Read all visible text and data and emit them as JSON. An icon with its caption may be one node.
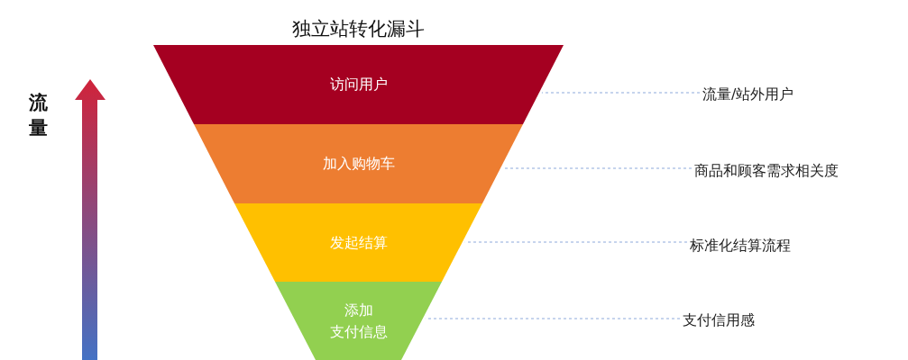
{
  "diagram": {
    "title": "独立站转化漏斗",
    "nodes": [
      {
        "text": [
          "访问用户"
        ]
      },
      {
        "text": [
          "加入购物车"
        ]
      },
      {
        "text": [
          "发起结算"
        ]
      },
      {
        "text": [
          "添加支付信息"
        ]
      },
      {
        "text": [
          "流量/站外用户"
        ]
      },
      {
        "text": [
          "商品和顾客需求相关度"
        ]
      },
      {
        "text": [
          "标准化结算流程"
        ]
      },
      {
        "text": [
          "支付信用感"
        ]
      }
    ],
    "edges": [
      {
        "from": 4,
        "to": 0,
        "arrow": "none",
        "style": "dashed"
      },
      {
        "from": 5,
        "to": 1,
        "arrow": "none",
        "style": "dashed"
      },
      {
        "from": 6,
        "to": 2,
        "arrow": "none",
        "style": "dashed"
      },
      {
        "from": 7,
        "to": 3,
        "arrow": "none",
        "style": "dashed"
      }
    ],
    "labels": [
      "流量"
    ]
  }
}
